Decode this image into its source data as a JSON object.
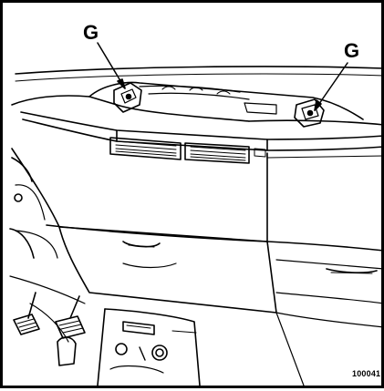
{
  "figure": {
    "callouts": [
      {
        "id": "g-left",
        "text": "G"
      },
      {
        "id": "g-right",
        "text": "G"
      }
    ],
    "code": "100041"
  },
  "colors": {
    "line": "#000000",
    "background": "#ffffff"
  }
}
